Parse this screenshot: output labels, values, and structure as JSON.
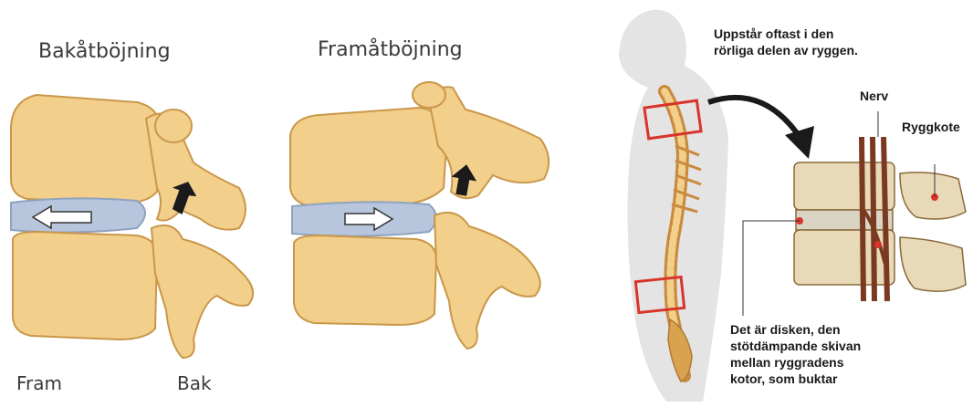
{
  "left": {
    "title_backward": "Bakåtböjning",
    "title_forward": "Framåtböjning",
    "label_front": "Fram",
    "label_back": "Bak"
  },
  "right": {
    "caption_top_line1": "Uppstår oftast i den",
    "caption_top_line2": "rörliga delen av ryggen.",
    "label_nerve": "Nerv",
    "label_vertebra": "Ryggkote",
    "caption_bottom_line1": "Det är disken, den",
    "caption_bottom_line2": "stötdämpande skivan",
    "caption_bottom_line3": "mellan ryggradens",
    "caption_bottom_line4": "kotor, som buktar"
  },
  "colors": {
    "bone": "#f2cf8a",
    "bone_shadow": "#c9974a",
    "disc": "#b7c6dc",
    "highlight_box": "#d9342b",
    "nerve": "#7a3a22",
    "silhouette": "#e4e4e4"
  }
}
